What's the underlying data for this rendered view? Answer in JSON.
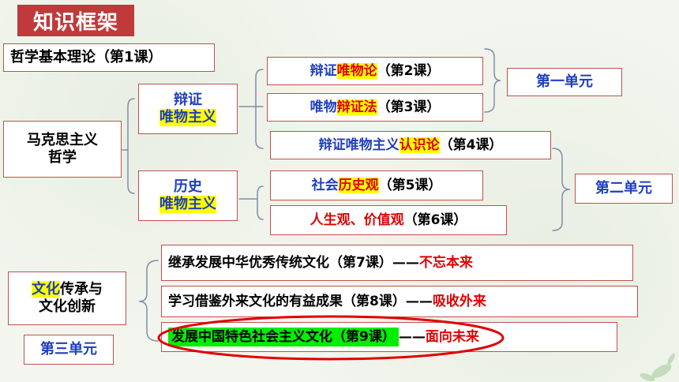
{
  "title": "知识框架",
  "theory": "哲学基本理论（第1课）",
  "mars": {
    "line1": "马克思主义",
    "line2": "哲学"
  },
  "dialectical": {
    "line1": "辩证",
    "line2": "唯物主义"
  },
  "historical": {
    "line1": "历史",
    "line2": "唯物主义"
  },
  "l2": {
    "pre": "辩证",
    "hl": "唯物论",
    "post": "（第2课）"
  },
  "l3": {
    "pre": "唯物",
    "hl": "辩证法",
    "post": "（第3课）"
  },
  "l4": {
    "pre": "辩证唯物主义",
    "hl": "认识论",
    "post": "（第4课）"
  },
  "l5": {
    "pre": "社会",
    "hl": "历史观",
    "post": "（第5课）"
  },
  "l6": {
    "red": "人生观、价值观",
    "post": "（第6课）"
  },
  "unit1": "第一单元",
  "unit2": "第二单元",
  "unit3": "第三单元",
  "culture": {
    "hl": "文化",
    "line1rest": "传承与",
    "line2": "文化创新"
  },
  "l7": {
    "text": "继承发展中华优秀传统文化（第7课）——",
    "red": "不忘本来"
  },
  "l8": {
    "text": "学习借鉴外来文化的有益成果（第8课）——",
    "red": "吸收外来"
  },
  "l9": {
    "text": "发展中国特色社会主义文化（第9课）",
    "dash": "——",
    "red": "面向未来"
  },
  "colors": {
    "border": "#c0504d",
    "blue": "#1f3fbf",
    "red": "#e00000",
    "highlight": "#ffff00",
    "green": "#00ee00",
    "title_bg": "#c0393b"
  }
}
